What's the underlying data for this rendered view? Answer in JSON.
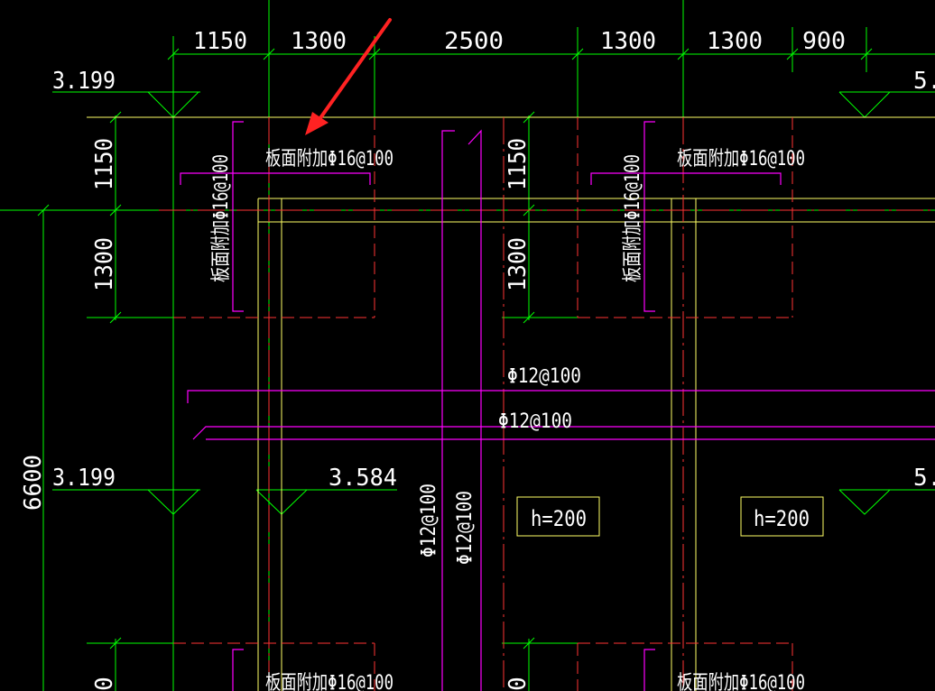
{
  "colors": {
    "background": "#000000",
    "green": "#00ff00",
    "yellow": "#ffff66",
    "red": "#ff3333",
    "magenta": "#ff00ff",
    "white": "#ffffff",
    "arrow": "#ff2222"
  },
  "top_dimensions": [
    "1150",
    "1300",
    "2500",
    "1300",
    "1300",
    "900"
  ],
  "left_dimensions": {
    "upper_a": "1150",
    "upper_b": "1300",
    "total": "6600",
    "lower_stub": "0"
  },
  "mid_dimensions": {
    "upper_a": "1150",
    "upper_b": "1300",
    "lower_stub": "0"
  },
  "elevations": {
    "top_left": "3.199",
    "top_right": "5.",
    "mid_left": "3.199",
    "mid_center": "3.584",
    "mid_right": "5."
  },
  "rebar_labels": {
    "horizontal_left": "板面附加Φ16@100",
    "vertical_left": "板面附加Φ16@100",
    "horizontal_right": "板面附加Φ16@100",
    "vertical_right": "板面附加Φ16@100",
    "bottom_left": "板面附加Φ16@100",
    "bottom_right": "板面附加Φ16@100",
    "beam_h1": "Φ12@100",
    "beam_h2": "Φ12@100",
    "beam_v1": "Φ12@100",
    "beam_v2": "Φ12@100"
  },
  "slab_thickness": {
    "left": "h=200",
    "right": "h=200"
  }
}
